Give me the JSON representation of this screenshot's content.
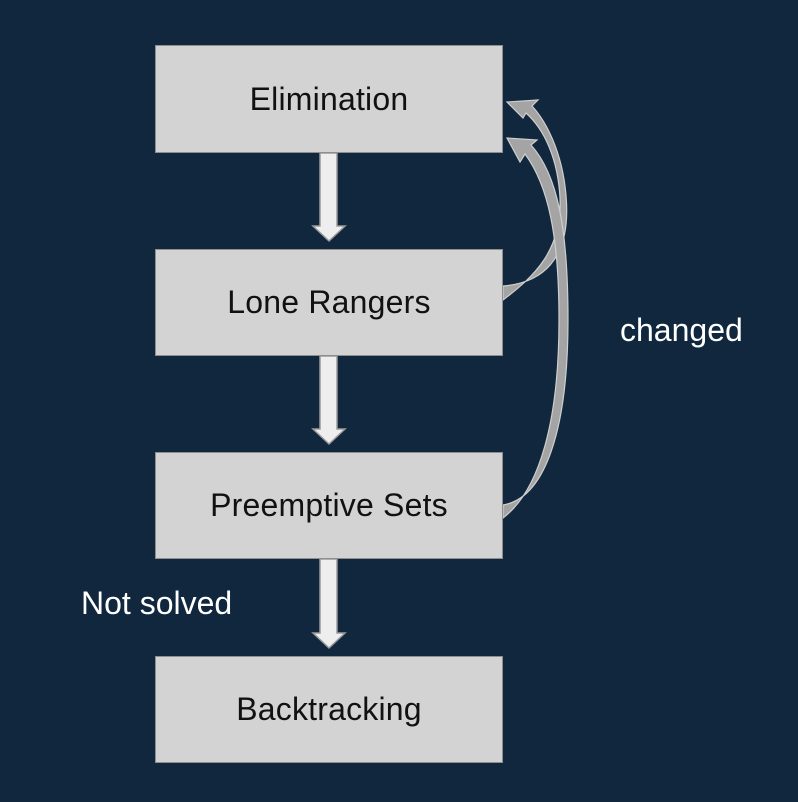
{
  "diagram": {
    "steps": [
      {
        "label": "Elimination"
      },
      {
        "label": "Lone Rangers"
      },
      {
        "label": "Preemptive Sets"
      },
      {
        "label": "Backtracking"
      }
    ],
    "loop_label": "changed",
    "exit_label": "Not solved"
  },
  "colors": {
    "background": "#10273d",
    "box_fill": "#d3d3d3",
    "box_border": "#8e8e8e",
    "arrow_fill": "#eeeeee",
    "arrow_stroke": "#9a9a9a",
    "curve_fill": "#a4a4a4",
    "text_dark": "#111111",
    "text_light": "#ffffff"
  }
}
